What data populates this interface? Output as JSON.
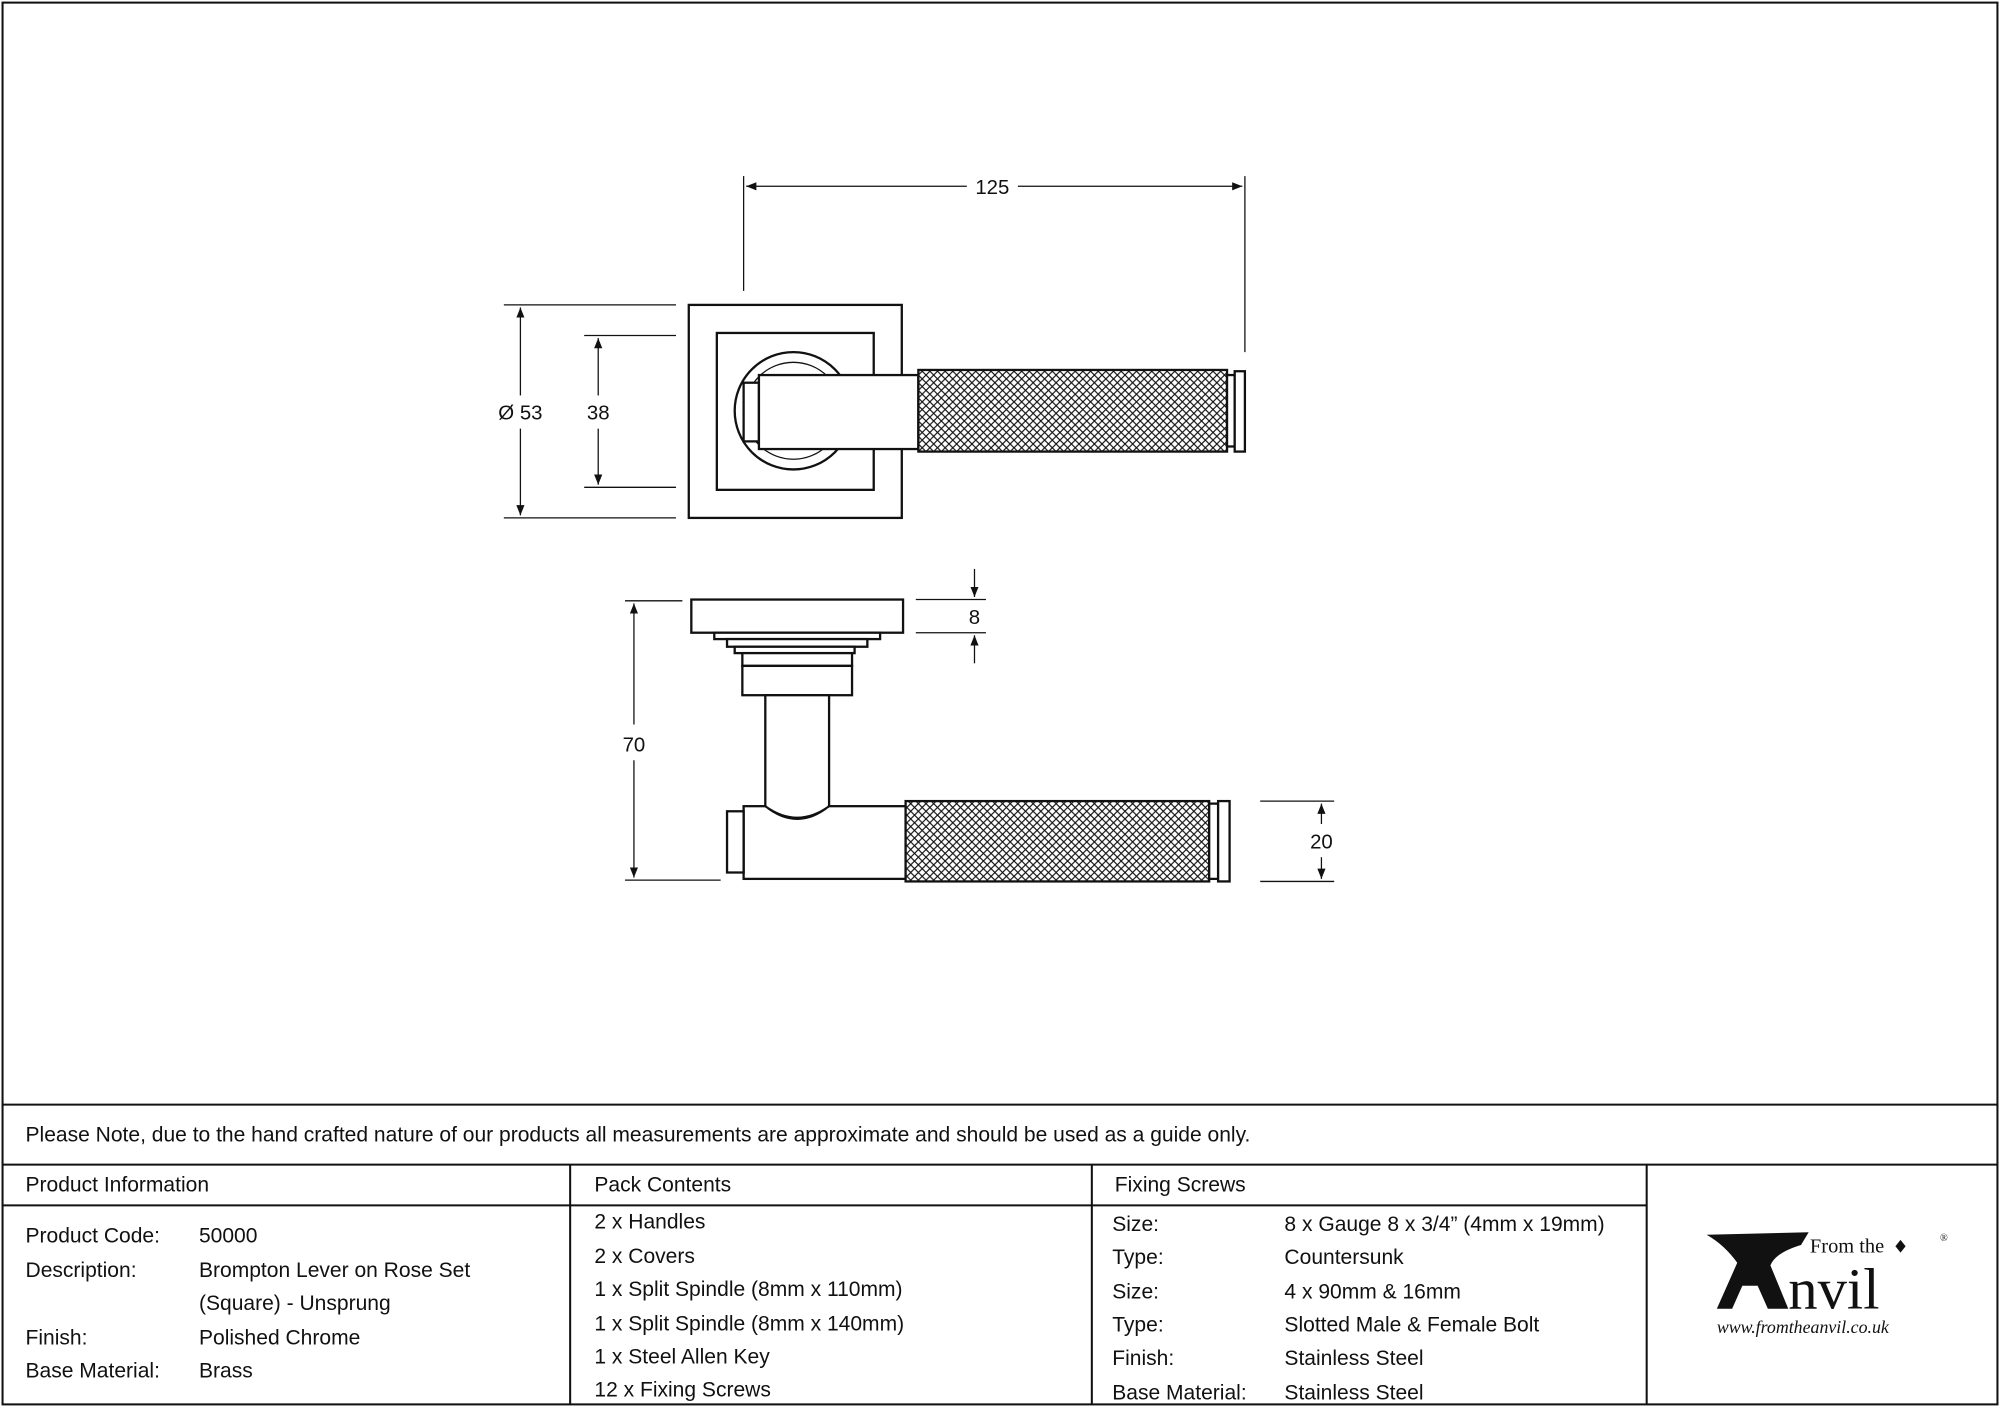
{
  "drawing": {
    "dimensions": {
      "length": "125",
      "rose_diameter": "Ø 53",
      "inner_square": "38",
      "rose_thickness": "8",
      "projection": "70",
      "grip_diameter": "20"
    }
  },
  "note": "Please Note, due to the hand crafted nature of our products all measurements are approximate and should be used as a guide only.",
  "product_information": {
    "heading": "Product Information",
    "rows": [
      {
        "label": "Product Code:",
        "value": "50000"
      },
      {
        "label": "Description:",
        "value": "Brompton Lever on Rose Set"
      },
      {
        "label": "",
        "value": "(Square) - Unsprung"
      },
      {
        "label": "Finish:",
        "value": "Polished Chrome"
      },
      {
        "label": "Base Material:",
        "value": "Brass"
      }
    ]
  },
  "pack_contents": {
    "heading": "Pack Contents",
    "items": [
      "2 x Handles",
      "2 x Covers",
      "1 x Split Spindle (8mm x 110mm)",
      "1 x Split Spindle (8mm x 140mm)",
      "1 x Steel Allen Key",
      "12 x Fixing Screws"
    ]
  },
  "fixing_screws": {
    "heading": "Fixing Screws",
    "rows": [
      {
        "label": "Size:",
        "value": "8 x Gauge 8 x 3/4” (4mm x 19mm)"
      },
      {
        "label": "Type:",
        "value": "Countersunk"
      },
      {
        "label": "Size:",
        "value": "4 x 90mm & 16mm"
      },
      {
        "label": "Type:",
        "value": "Slotted Male & Female Bolt"
      },
      {
        "label": "Finish:",
        "value": "Stainless Steel"
      },
      {
        "label": "Base Material:",
        "value": "Stainless Steel"
      }
    ]
  },
  "logo": {
    "top": "From the",
    "main": "nvil",
    "url": "www.fromtheanvil.co.uk",
    "mark": "®"
  }
}
